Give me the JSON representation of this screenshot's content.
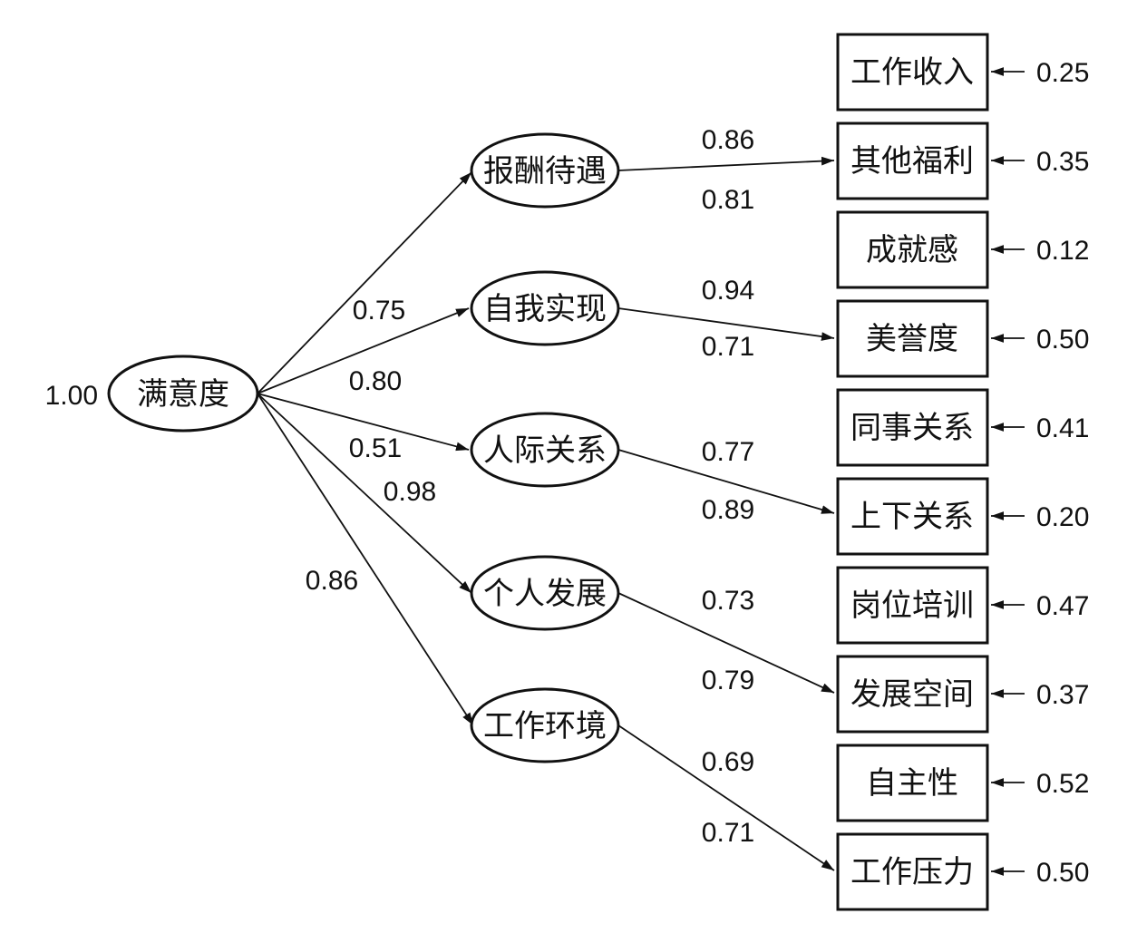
{
  "root": {
    "label": "满意度",
    "variance": "1.00"
  },
  "factors": [
    {
      "label": "报酬待遇",
      "loading": "0.75"
    },
    {
      "label": "自我实现",
      "loading": "0.80"
    },
    {
      "label": "人际关系",
      "loading": "0.51"
    },
    {
      "label": "个人发展",
      "loading": "0.98"
    },
    {
      "label": "工作环境",
      "loading": "0.86"
    }
  ],
  "indicators": [
    {
      "label": "工作收入",
      "error": "0.25"
    },
    {
      "label": "其他福利",
      "error": "0.35"
    },
    {
      "label": "成就感",
      "error": "0.12"
    },
    {
      "label": "美誉度",
      "error": "0.50"
    },
    {
      "label": "同事关系",
      "error": "0.41"
    },
    {
      "label": "上下关系",
      "error": "0.20"
    },
    {
      "label": "岗位培训",
      "error": "0.47"
    },
    {
      "label": "发展空间",
      "error": "0.37"
    },
    {
      "label": "自主性",
      "error": "0.52"
    },
    {
      "label": "工作压力",
      "error": "0.50"
    }
  ],
  "indicator_loadings": [
    {
      "upper": "0.86",
      "lower": "0.81"
    },
    {
      "upper": "0.94",
      "lower": "0.71"
    },
    {
      "upper": "0.77",
      "lower": "0.89"
    },
    {
      "upper": "0.73",
      "lower": "0.79"
    },
    {
      "upper": "0.69",
      "lower": "0.71"
    }
  ]
}
